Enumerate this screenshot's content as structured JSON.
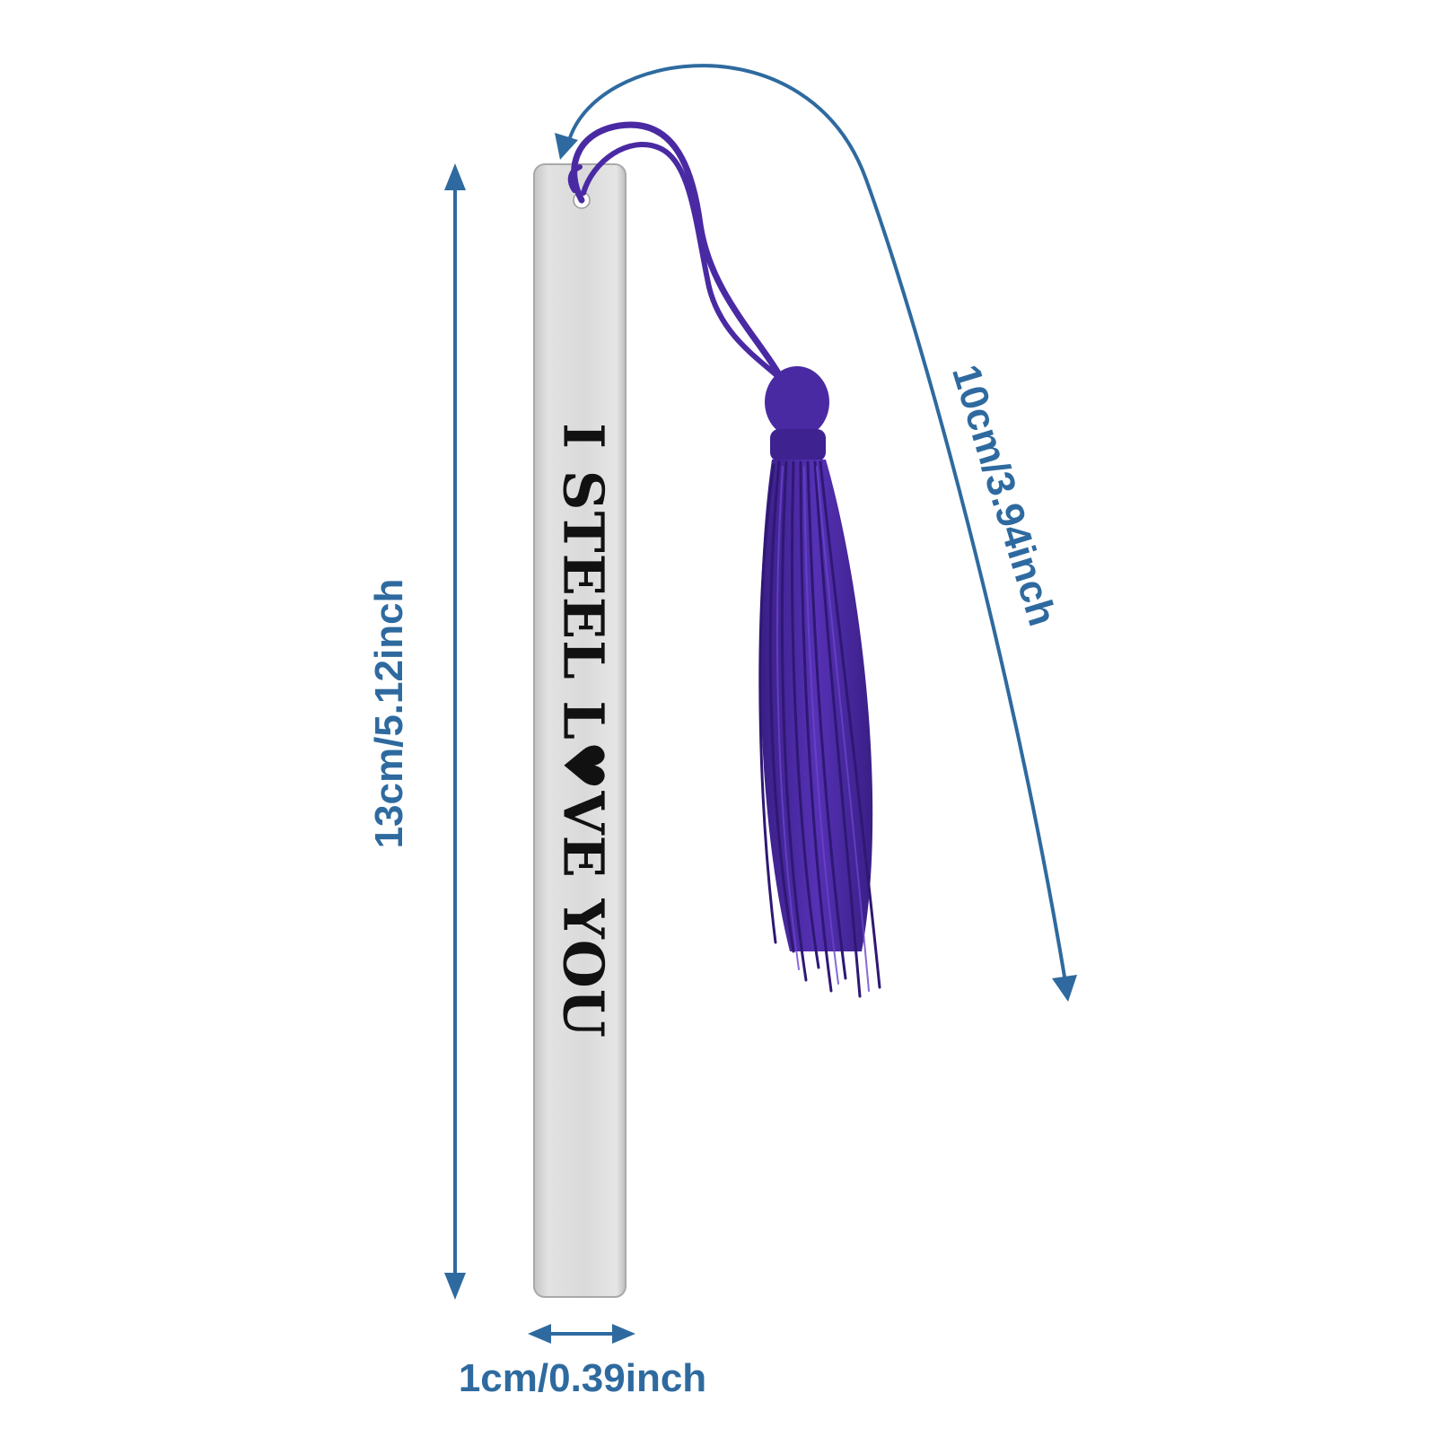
{
  "dimensions": {
    "height_label": "13cm/5.12inch",
    "width_label": "1cm/0.39inch",
    "tassel_label": "10cm/3.94inch"
  },
  "bookmark": {
    "text_part1": "I STEEL L",
    "heart_glyph": "♥",
    "text_part2": "VE YOU"
  },
  "colors": {
    "dimension_blue": "#2e6a9f",
    "tassel_purple": "#4a2aa3",
    "steel": "#d9d9d9",
    "engraving": "#111111"
  }
}
